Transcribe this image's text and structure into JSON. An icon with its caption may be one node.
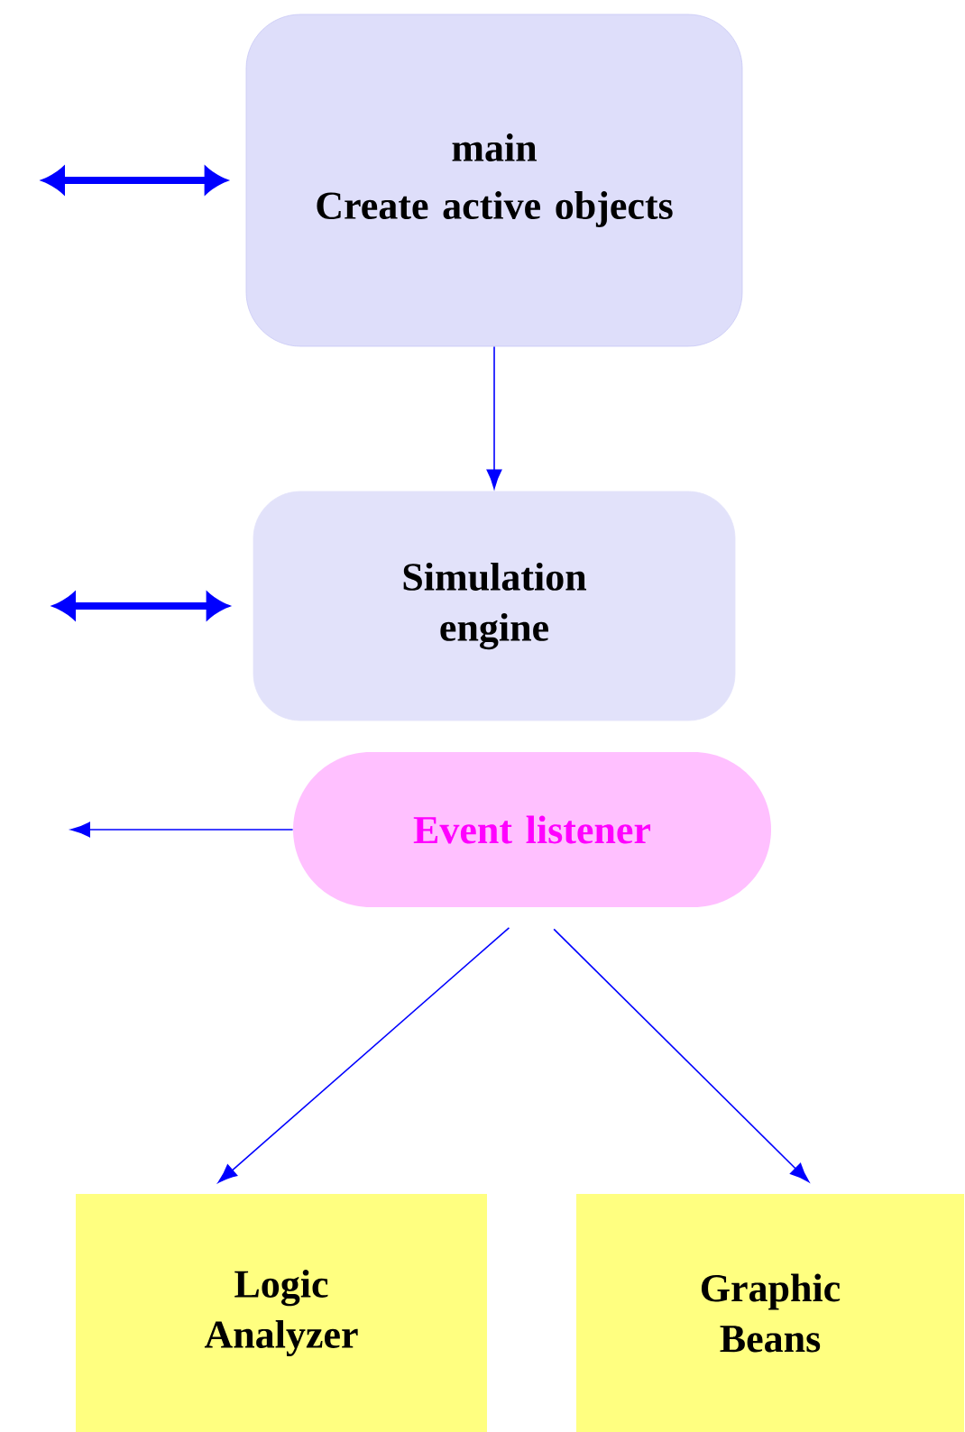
{
  "diagram": {
    "nodes": [
      {
        "text": [
          "main",
          "Create active objects"
        ]
      },
      {
        "text": [
          "Simulation engine"
        ]
      },
      {
        "text": [
          "Event listener"
        ]
      },
      {
        "text": [
          "Logic Analyzer"
        ]
      },
      {
        "text": [
          "Graphic Beans"
        ]
      }
    ],
    "edges": [
      {
        "from": 0,
        "to": 1,
        "arrow": "to"
      },
      {
        "from": null,
        "to": 0,
        "arrow": "both",
        "style": "thick"
      },
      {
        "from": null,
        "to": 1,
        "arrow": "both",
        "style": "thick"
      },
      {
        "from": 2,
        "to": null,
        "arrow": "to"
      },
      {
        "from": 2,
        "to": 3,
        "arrow": "to"
      },
      {
        "from": 2,
        "to": 4,
        "arrow": "to"
      }
    ]
  }
}
